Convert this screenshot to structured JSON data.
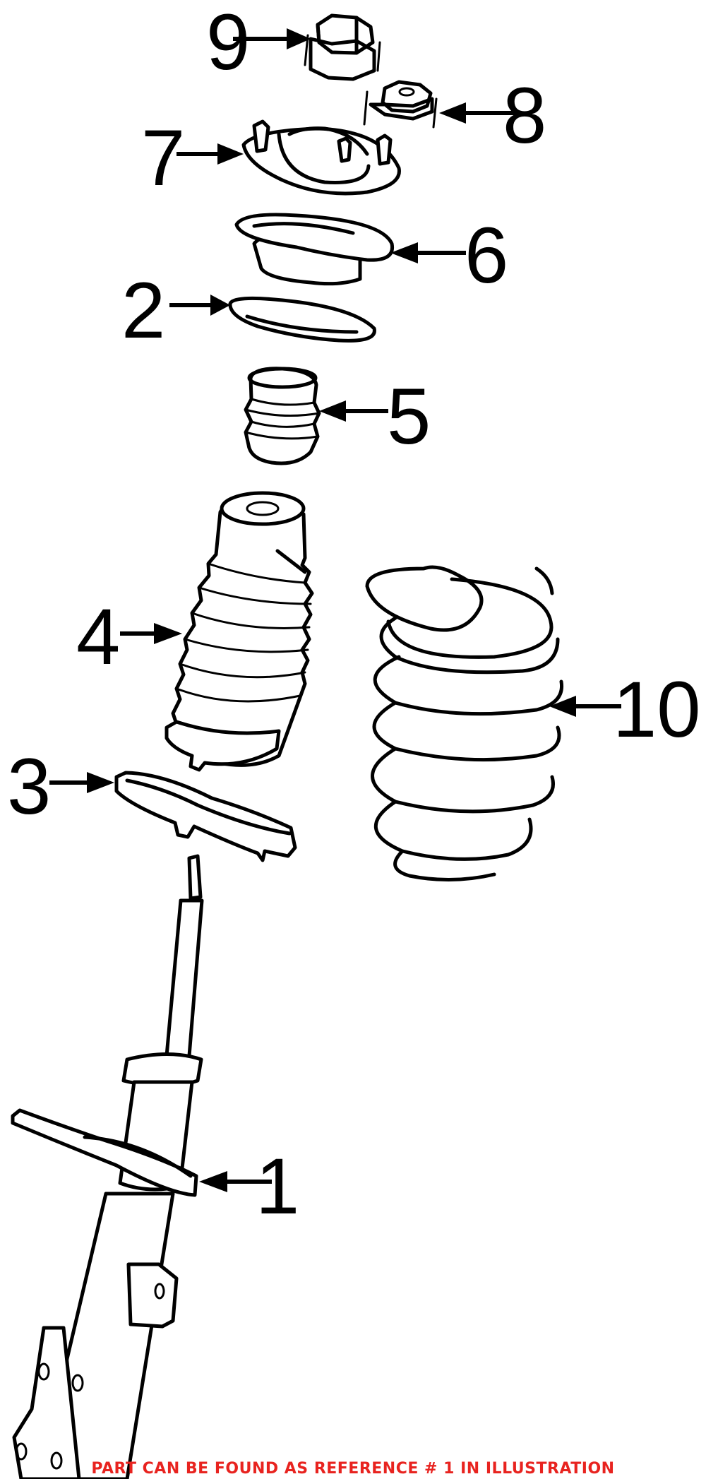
{
  "callouts": {
    "c1": "1",
    "c2": "2",
    "c3": "3",
    "c4": "4",
    "c5": "5",
    "c6": "6",
    "c7": "7",
    "c8": "8",
    "c9": "9",
    "c10": "10"
  },
  "footer_note": "PART CAN BE FOUND AS REFERENCE # 1 IN ILLUSTRATION",
  "colors": {
    "footer": "#e8231f",
    "line": "#000000",
    "background": "#ffffff"
  }
}
